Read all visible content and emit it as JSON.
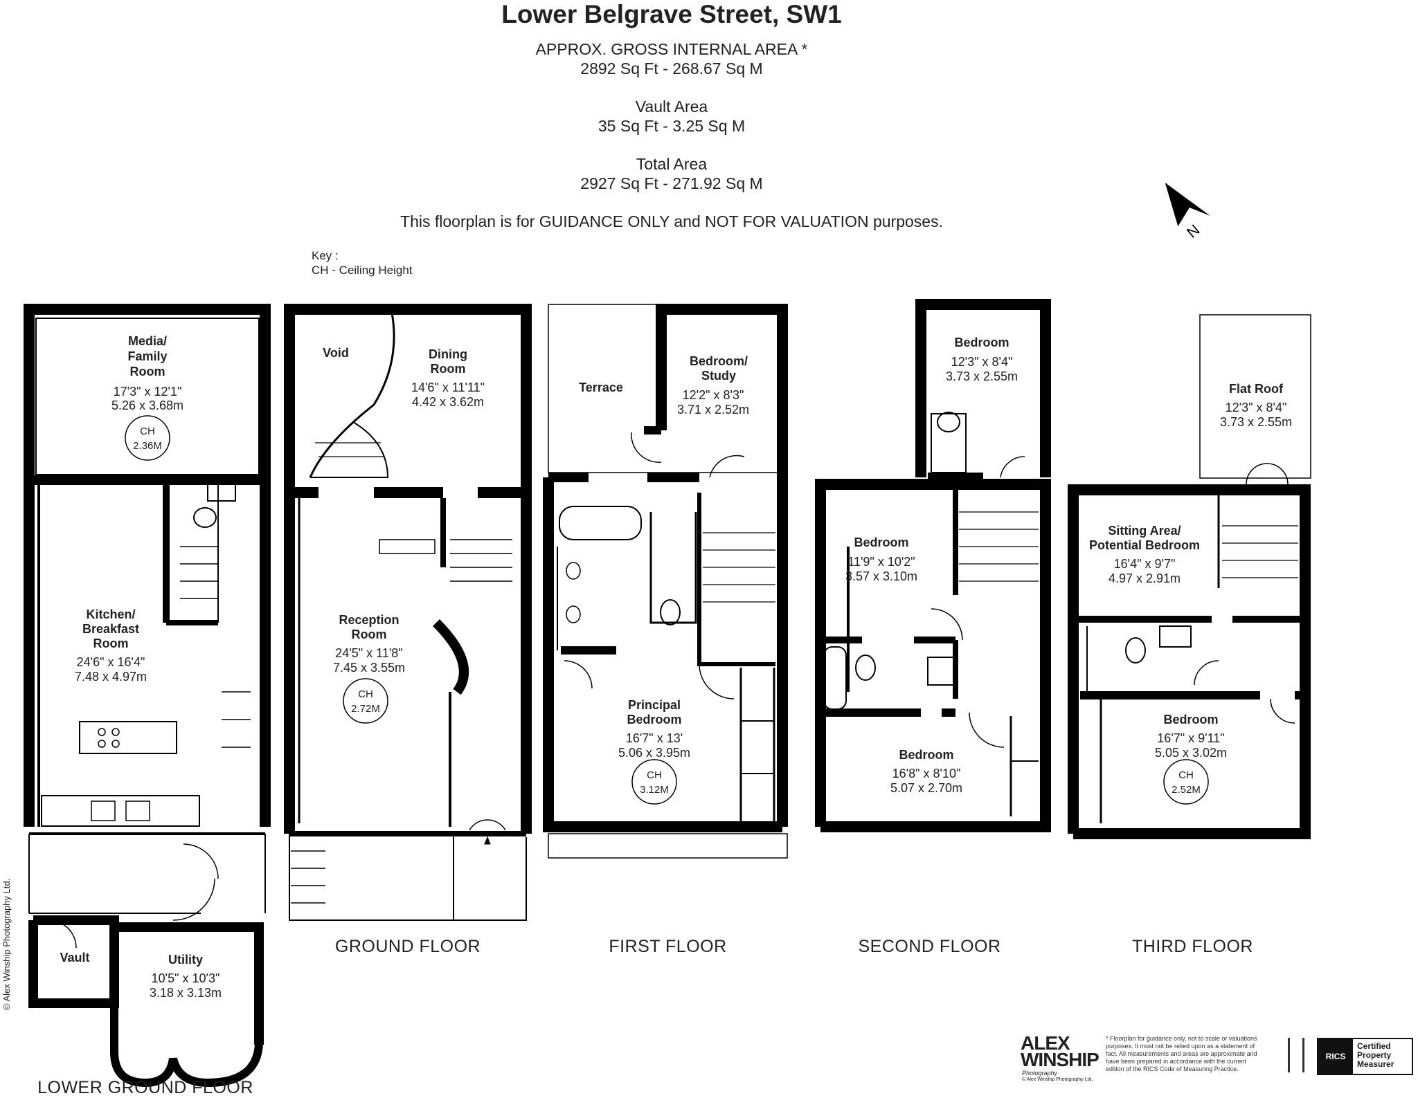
{
  "header": {
    "title": "Lower Belgrave Street, SW1",
    "gia_label": "APPROX. GROSS INTERNAL  AREA *",
    "gia_value": "2892 Sq Ft  -  268.67 Sq M",
    "vault_label": "Vault Area",
    "vault_value": "35 Sq Ft  -  3.25 Sq M",
    "total_label": "Total Area",
    "total_value": "2927 Sq Ft  -  271.92 Sq M",
    "guidance": "This floorplan is for GUIDANCE ONLY and NOT FOR VALUATION purposes."
  },
  "key": {
    "title": "Key :",
    "ch": "CH - Ceiling Height"
  },
  "compass": {
    "letter": "N"
  },
  "floors": {
    "lower_ground": "LOWER GROUND FLOOR",
    "ground": "GROUND FLOOR",
    "first": "FIRST FLOOR",
    "second": "SECOND FLOOR",
    "third": "THIRD FLOOR"
  },
  "rooms": {
    "media_1": "Media/",
    "media_2": "Family",
    "media_3": "Room",
    "media_dim_ft": "17'3\" x 12'1\"",
    "media_dim_m": "5.26 x 3.68m",
    "ch_236": "CH",
    "ch_236_v": "2.36M",
    "kitchen_1": "Kitchen/",
    "kitchen_2": "Breakfast",
    "kitchen_3": "Room",
    "kitchen_dim_ft": "24'6\" x 16'4\"",
    "kitchen_dim_m": "7.48 x 4.97m",
    "vault": "Vault",
    "utility": "Utility",
    "utility_dim_ft": "10'5\" x 10'3\"",
    "utility_dim_m": "3.18 x 3.13m",
    "void": "Void",
    "dining_1": "Dining",
    "dining_2": "Room",
    "dining_dim_ft": "14'6\" x 11'11\"",
    "dining_dim_m": "4.42 x 3.62m",
    "reception_1": "Reception",
    "reception_2": "Room",
    "reception_dim_ft": "24'5\" x 11'8\"",
    "reception_dim_m": "7.45 x 3.55m",
    "ch_272": "CH",
    "ch_272_v": "2.72M",
    "terrace": "Terrace",
    "study_1": "Bedroom/",
    "study_2": "Study",
    "study_dim_ft": "12'2\" x 8'3\"",
    "study_dim_m": "3.71 x 2.52m",
    "principal_1": "Principal",
    "principal_2": "Bedroom",
    "principal_dim_ft": "16'7\" x 13'",
    "principal_dim_m": "5.06 x 3.95m",
    "ch_312": "CH",
    "ch_312_v": "3.12M",
    "sf_bed_top": "Bedroom",
    "sf_bed_top_ft": "12'3\" x 8'4\"",
    "sf_bed_top_m": "3.73 x 2.55m",
    "sf_bed_mid": "Bedroom",
    "sf_bed_mid_ft": "11'9\" x 10'2\"",
    "sf_bed_mid_m": "3.57 x 3.10m",
    "sf_bed_low": "Bedroom",
    "sf_bed_low_ft": "16'8\" x 8'10\"",
    "sf_bed_low_m": "5.07 x 2.70m",
    "flat_roof": "Flat Roof",
    "flat_roof_ft": "12'3\" x 8'4\"",
    "flat_roof_m": "3.73 x 2.55m",
    "sitting_1": "Sitting Area/",
    "sitting_2": "Potential Bedroom",
    "sitting_ft": "16'4\" x 9'7\"",
    "sitting_m": "4.97 x 2.91m",
    "tf_bed": "Bedroom",
    "tf_bed_ft": "16'7\" x 9'11\"",
    "tf_bed_m": "5.05 x 3.02m",
    "ch_252": "CH",
    "ch_252_v": "2.52M"
  },
  "footer": {
    "copyright": "© Alex Winship Photography Ltd.",
    "logo_line1": "ALEX",
    "logo_line2": "WINSHIP",
    "logo_sub": "Photography",
    "logo_copy": "© Alex Winship Photography Ltd.",
    "disclaimer": "* Floorplan for guidance only, not to scale or valuations purposes. It must not be relied upon as a statement of fact. All measurements and areas are approximate and have been prepared in accordance with the current edition of the RICS Code of Measuring Practice.",
    "rics": "RICS",
    "certified_1": "Certified",
    "certified_2": "Property",
    "certified_3": "Measurer"
  }
}
